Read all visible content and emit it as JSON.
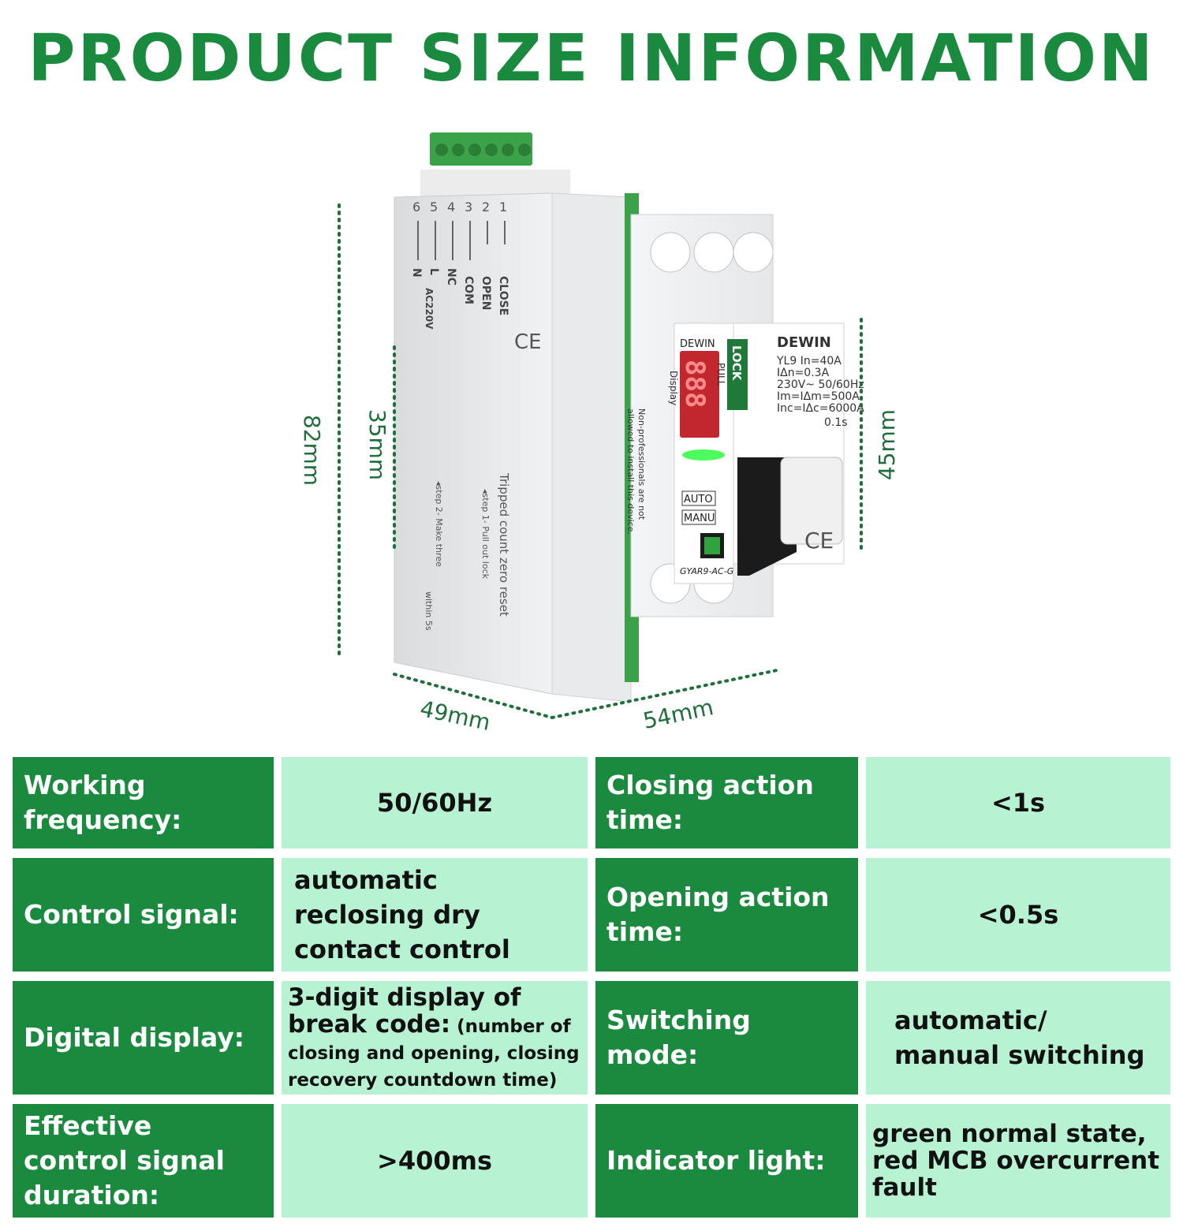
{
  "title": "PRODUCT SIZE INFORMATION",
  "colors": {
    "brand_green": "#1a8a3e",
    "mint": "#b7f2d3",
    "dimension_green": "#1e6f3a"
  },
  "device": {
    "brand": "DEWIN",
    "model": "GYAR9-AC-G",
    "display_digits": "888",
    "display_label": "Display",
    "lock_label": "LOCK",
    "pull_label": "PULL",
    "mode_auto": "AUTO",
    "mode_manu": "MANU",
    "rating_lines": [
      "YL9  In=40A",
      "IΔn=0.3A",
      "230V~ 50/60Hz",
      "Im=IΔm=500A",
      "Inc=IΔc=6000A"
    ],
    "trip_time": "0.1s",
    "ce_mark": "CE",
    "warning_text": [
      "Non-professionals are not",
      "allowed to install this device."
    ],
    "terminal_numbers": [
      "6",
      "5",
      "4",
      "3",
      "2",
      "1"
    ],
    "terminal_labels": [
      "N",
      "L",
      "NC",
      "COM",
      "OPEN",
      "CLOSE"
    ],
    "supply_label": "AC220V",
    "reset_text": "Tripped count zero reset",
    "step1": "◂step 1- Pull out lock",
    "step2": "◂step 2- Make three",
    "step2b": "within 5s"
  },
  "dimensions": {
    "height_total": "82mm",
    "height_inner": "35mm",
    "height_right": "45mm",
    "depth": "49mm",
    "width": "54mm"
  },
  "specs": [
    {
      "label": "Working frequency:",
      "value": "50/60Hz",
      "label2": "Closing action time:",
      "value2": "<1s"
    },
    {
      "label": "Control signal:",
      "value": "automatic reclosing dry contact control",
      "label2": "Opening action time:",
      "value2": "<0.5s"
    },
    {
      "label": "Digital display:",
      "value": "3-digit display of break code:",
      "value_note": " (number of closing and opening, closing recovery countdown time)",
      "label2": "Switching mode:",
      "value2": "automatic/ manual switching"
    },
    {
      "label": "Effective control signal duration:",
      "value": ">400ms",
      "label2": "Indicator light:",
      "value2": "green normal state, red MCB overcurrent fault"
    }
  ]
}
